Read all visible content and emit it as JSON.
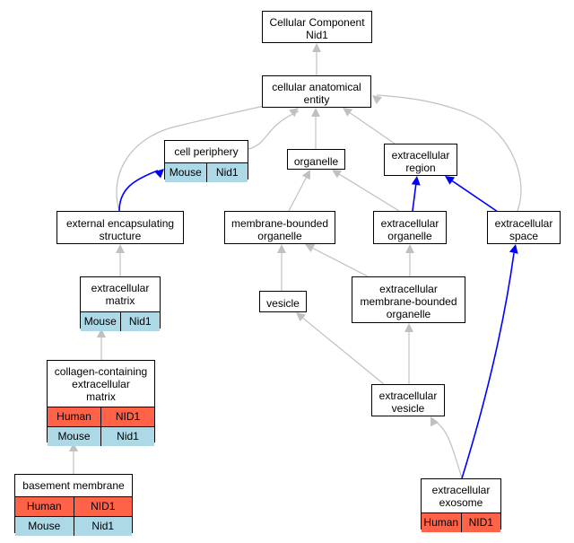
{
  "colors": {
    "human": "#ff6347",
    "mouse": "#add8e6",
    "edge_default": "#c0c0c0",
    "edge_highlight": "#0000ff"
  },
  "nodes": {
    "cc": {
      "label": "Cellular Component\nNid1"
    },
    "cae": {
      "label": "cellular anatomical\nentity"
    },
    "cp": {
      "label": "cell periphery",
      "rows": [
        [
          "Mouse",
          "Nid1"
        ]
      ]
    },
    "org": {
      "label": "organelle"
    },
    "er": {
      "label": "extracellular\nregion"
    },
    "ees": {
      "label": "external encapsulating\nstructure"
    },
    "mbo": {
      "label": "membrane-bounded\norganelle"
    },
    "eo": {
      "label": "extracellular\norganelle"
    },
    "es": {
      "label": "extracellular\nspace"
    },
    "em": {
      "label": "extracellular\nmatrix",
      "rows": [
        [
          "Mouse",
          "Nid1"
        ]
      ]
    },
    "ves": {
      "label": "vesicle"
    },
    "embo": {
      "label": "extracellular\nmembrane-bounded\norganelle"
    },
    "ccem": {
      "label": "collagen-containing\nextracellular\nmatrix",
      "rows": [
        [
          "Human",
          "NID1"
        ],
        [
          "Mouse",
          "Nid1"
        ]
      ]
    },
    "ev": {
      "label": "extracellular\nvesicle"
    },
    "bm": {
      "label": "basement membrane",
      "rows": [
        [
          "Human",
          "NID1"
        ],
        [
          "Mouse",
          "Nid1"
        ]
      ]
    },
    "exo": {
      "label": "extracellular\nexosome",
      "rows": [
        [
          "Human",
          "NID1"
        ]
      ]
    }
  },
  "edges": [
    {
      "from": "cae",
      "to": "cc",
      "highlight": false
    },
    {
      "from": "cp",
      "to": "cae",
      "highlight": false
    },
    {
      "from": "org",
      "to": "cae",
      "highlight": false
    },
    {
      "from": "er",
      "to": "cae",
      "highlight": false
    },
    {
      "from": "ees",
      "to": "cae",
      "highlight": false
    },
    {
      "from": "es",
      "to": "cae",
      "highlight": false
    },
    {
      "from": "ees",
      "to": "cp",
      "highlight": true
    },
    {
      "from": "mbo",
      "to": "org",
      "highlight": false
    },
    {
      "from": "eo",
      "to": "org",
      "highlight": false
    },
    {
      "from": "eo",
      "to": "er",
      "highlight": true
    },
    {
      "from": "es",
      "to": "er",
      "highlight": true
    },
    {
      "from": "em",
      "to": "ees",
      "highlight": false
    },
    {
      "from": "ves",
      "to": "mbo",
      "highlight": false
    },
    {
      "from": "embo",
      "to": "mbo",
      "highlight": false
    },
    {
      "from": "embo",
      "to": "eo",
      "highlight": false
    },
    {
      "from": "ccem",
      "to": "em",
      "highlight": false
    },
    {
      "from": "ev",
      "to": "ves",
      "highlight": false
    },
    {
      "from": "ev",
      "to": "embo",
      "highlight": false
    },
    {
      "from": "bm",
      "to": "ccem",
      "highlight": false
    },
    {
      "from": "exo",
      "to": "ev",
      "highlight": false
    },
    {
      "from": "exo",
      "to": "es",
      "highlight": true
    }
  ]
}
